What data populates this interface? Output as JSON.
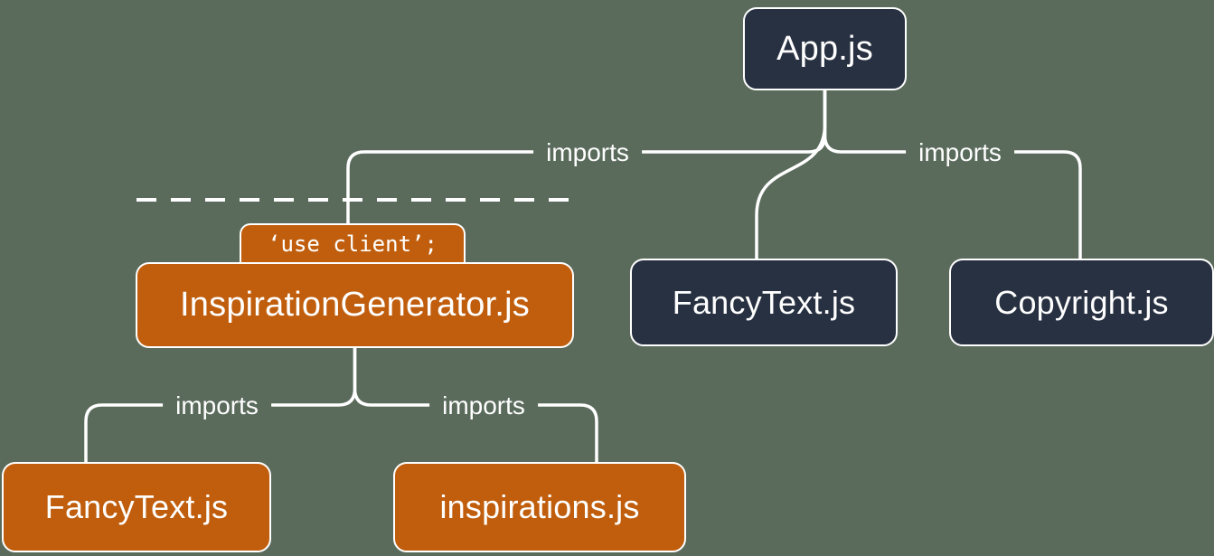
{
  "colors": {
    "background": "#5a6b5c",
    "server_node_fill": "#283142",
    "client_node_fill": "#c05e0d",
    "node_border": "#ffffff",
    "edge_line": "#ffffff",
    "text": "#ffffff"
  },
  "nodes": {
    "app": {
      "label": "App.js"
    },
    "fancy_text_server": {
      "label": "FancyText.js"
    },
    "copyright": {
      "label": "Copyright.js"
    },
    "inspiration_generator": {
      "label": "InspirationGenerator.js",
      "directive": "‘use client’;"
    },
    "fancy_text_client": {
      "label": "FancyText.js"
    },
    "inspirations": {
      "label": "inspirations.js"
    }
  },
  "edges": {
    "app_to_inspiration_generator": {
      "label": "imports"
    },
    "app_to_copyright": {
      "label": "imports"
    },
    "inspiration_generator_to_fancy_text": {
      "label": "imports"
    },
    "inspiration_generator_to_inspirations": {
      "label": "imports"
    }
  }
}
